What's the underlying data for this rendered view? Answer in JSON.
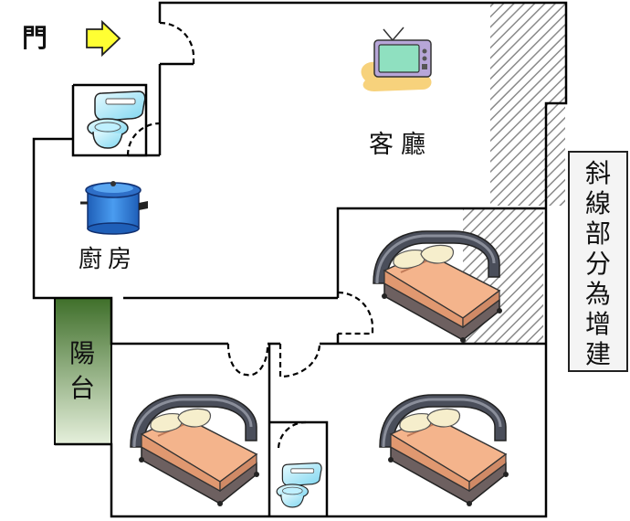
{
  "labels": {
    "door": "門",
    "living_room": "客廳",
    "kitchen": "廚房",
    "balcony": "陽\n台"
  },
  "note": {
    "text": "斜\n線\n部\n分\n為\n增\n建"
  },
  "icons": {
    "entry_arrow": "arrow-right-icon",
    "television": "television-icon",
    "cooking_pot": "cooking-pot-icon",
    "toilet": "toilet-icon",
    "bed": "bed-icon"
  },
  "colors": {
    "wall": "#000000",
    "balcony_fill": "#5a8a3a",
    "arrow_fill": "#ffff33",
    "pot_fill": "#2a7ad8",
    "bed_blanket": "#f2b088",
    "hatch": "#888888"
  }
}
